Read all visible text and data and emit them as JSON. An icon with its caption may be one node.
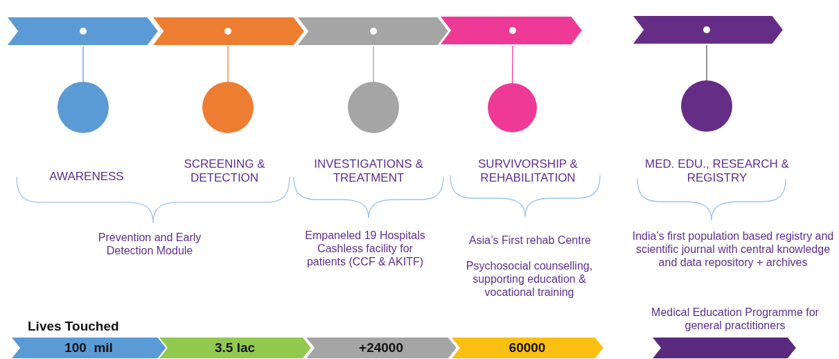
{
  "diagram": {
    "nodes": [
      {
        "text": [],
        "shape": "chevron"
      },
      {
        "text": [],
        "shape": "chevron"
      },
      {
        "text": [],
        "shape": "chevron"
      },
      {
        "text": [],
        "shape": "chevron"
      },
      {
        "text": [],
        "shape": "chevron"
      },
      {
        "text": [],
        "shape": "circle",
        "beside": [
          "AWARENESS"
        ]
      },
      {
        "text": [],
        "shape": "circle",
        "beside": [
          "SCREENING & DETECTION"
        ]
      },
      {
        "text": [],
        "shape": "circle",
        "beside": [
          "INVESTIGATIONS & TREATMENT"
        ]
      },
      {
        "text": [],
        "shape": "circle",
        "beside": [
          "SURVIVORSHIP & REHABILITATION"
        ]
      },
      {
        "text": [],
        "shape": "circle",
        "beside": [
          "MED. EDU., RESEARCH & REGISTRY"
        ]
      },
      {
        "text": [
          "100  mil"
        ]
      },
      {
        "text": [
          "3.5 lac"
        ]
      },
      {
        "text": [
          "+24000"
        ]
      },
      {
        "text": [
          "60000"
        ]
      },
      {
        "text": [],
        "shape": "chevron"
      }
    ],
    "edges": [
      {
        "from": 0,
        "to": 5,
        "arrow": "none",
        "color": "#5b9bd5"
      },
      {
        "from": 1,
        "to": 6,
        "arrow": "none",
        "color": "#ed7d31"
      },
      {
        "from": 2,
        "to": 7,
        "arrow": "none",
        "color": "#a5a5a5"
      },
      {
        "from": 3,
        "to": 8,
        "arrow": "none",
        "color": "#ee3a96"
      },
      {
        "from": 4,
        "to": 9,
        "arrow": "none",
        "color": "#595959"
      }
    ],
    "labels": [
      "Prevention and Early Detection Module",
      "Empaneled 19 Hospitals Cashless facility for patients (CCF & AKITF)",
      "Asia’s First rehab Centre",
      "Psychosocial counselling, supporting education & vocational training",
      "India’s first population based registry and scientific journal with central knowledge and data repository + archives",
      "Medical Education Programme for general practitioners",
      "Lives Touched"
    ]
  }
}
